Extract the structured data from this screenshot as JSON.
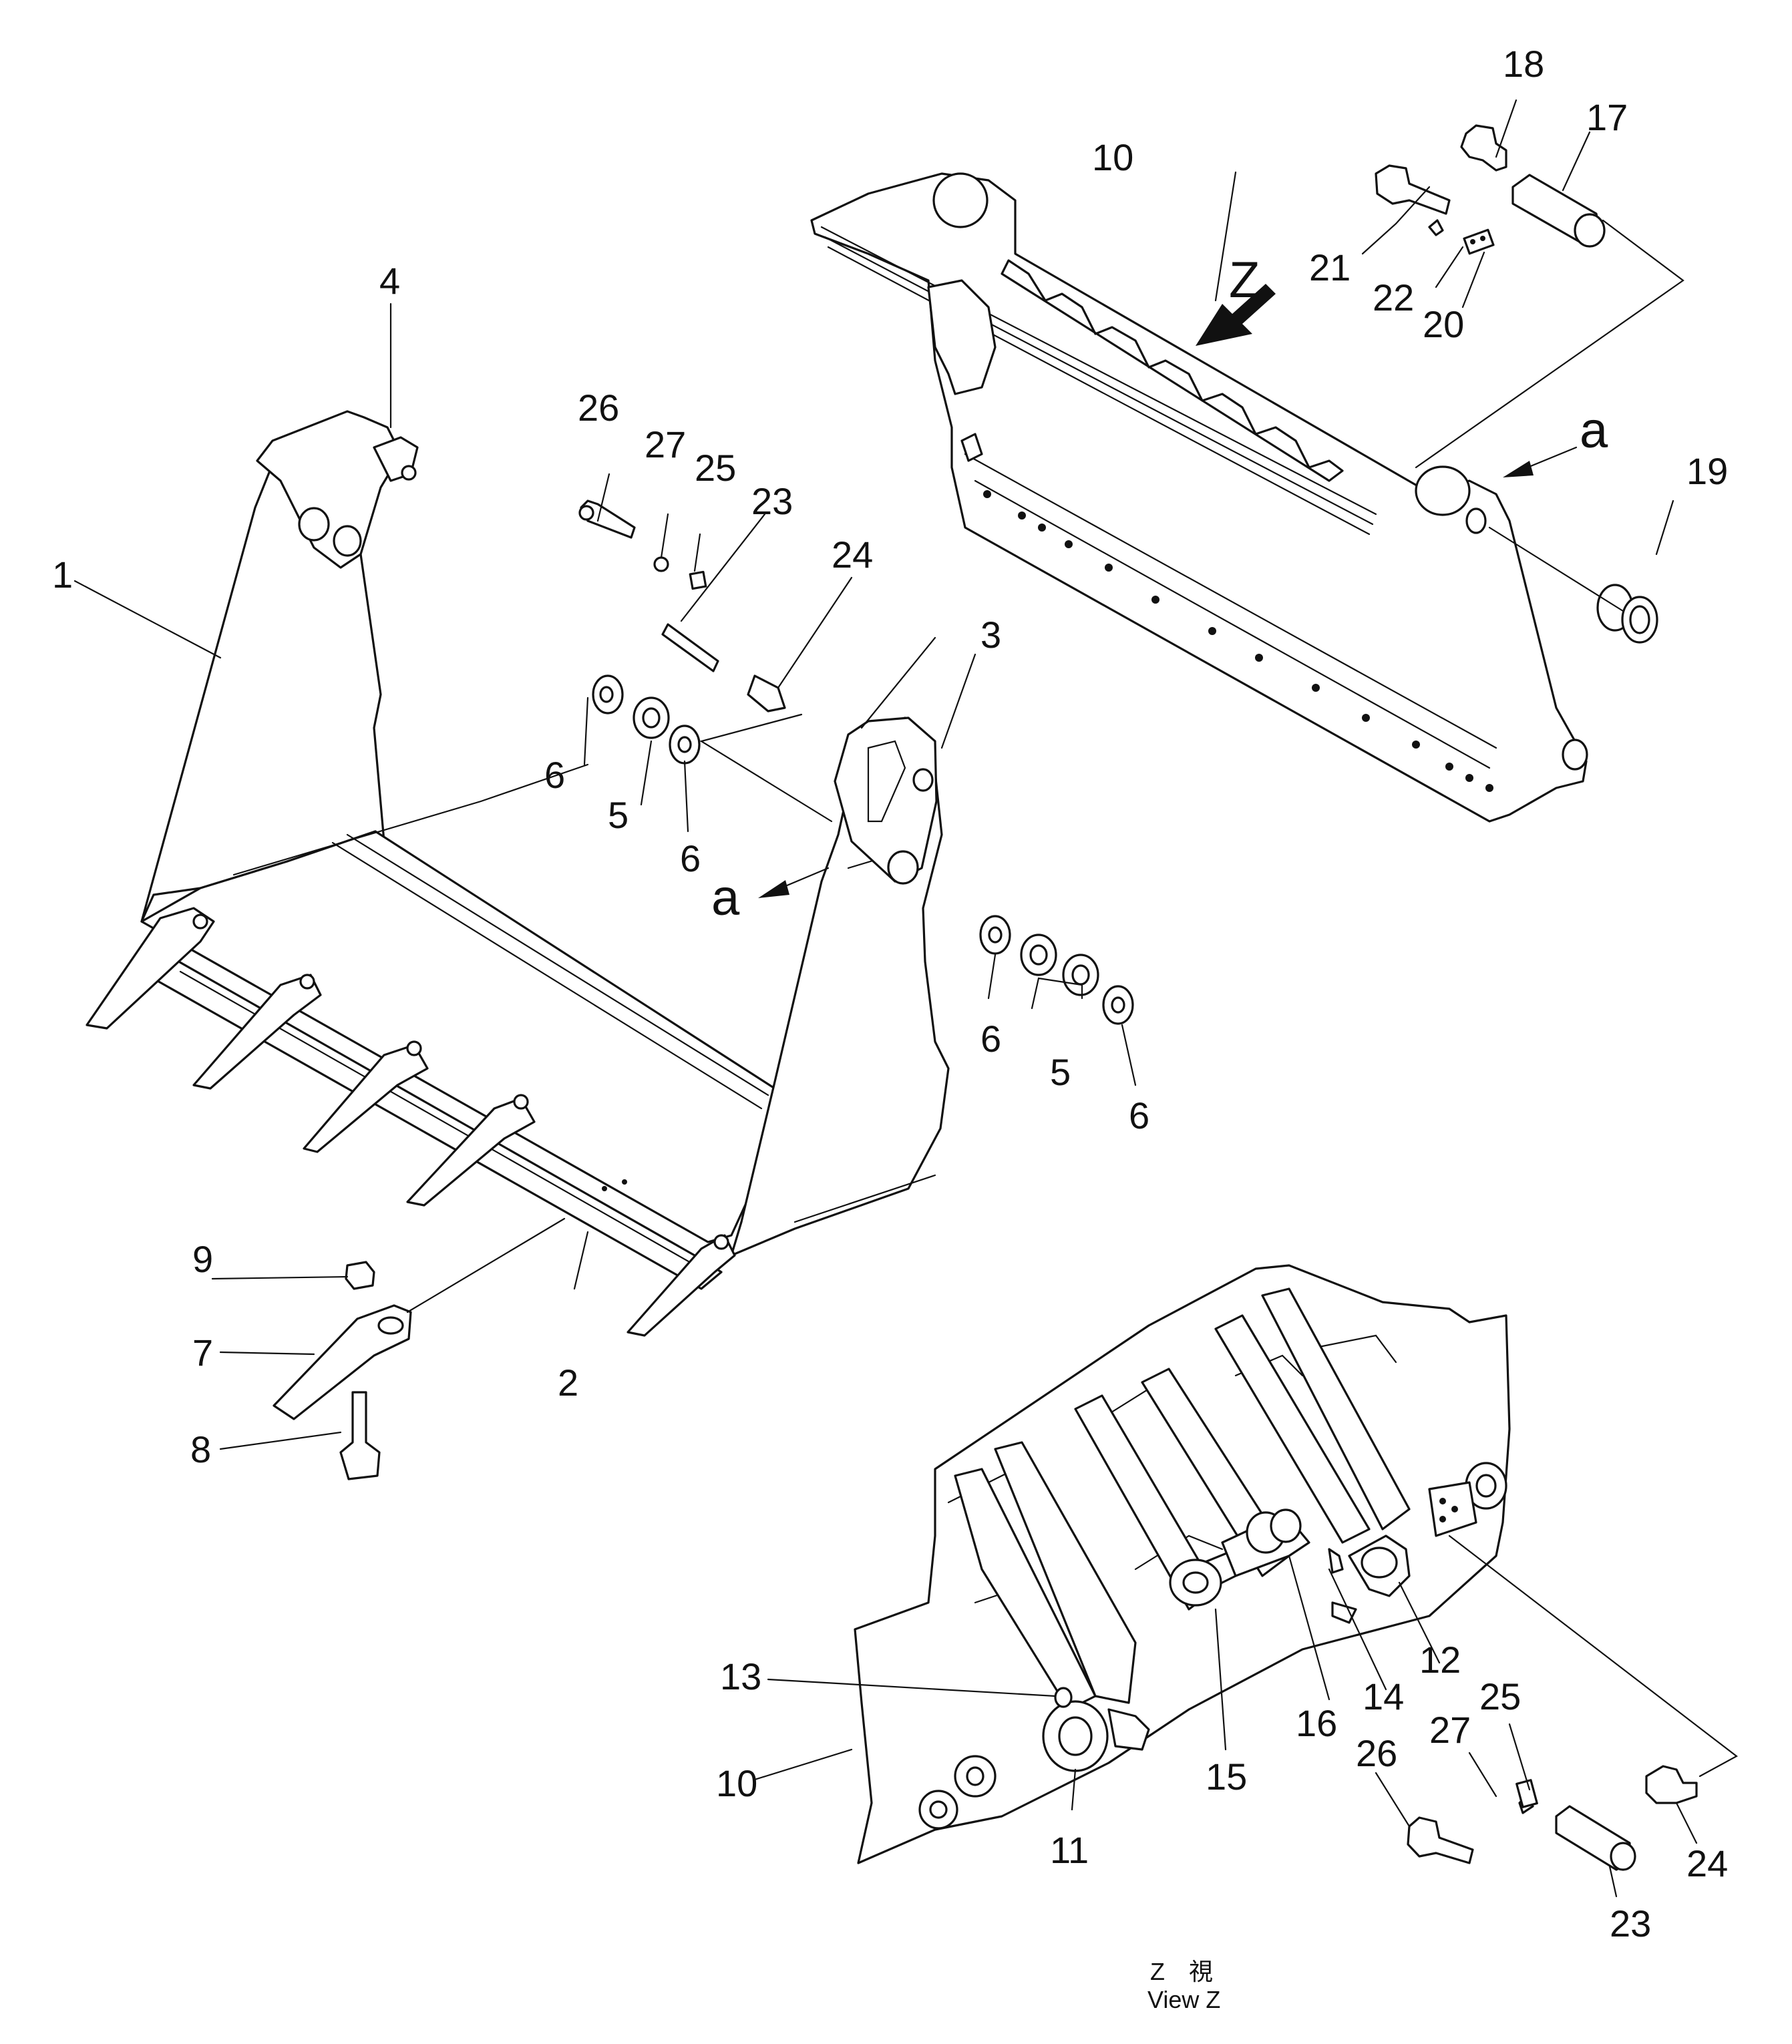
{
  "labels": {
    "b1": "1",
    "b2": "2",
    "b3": "3",
    "b4": "4",
    "b5a": "5",
    "b5b": "5",
    "b6a": "6",
    "b6b": "6",
    "b6c": "6",
    "b6d": "6",
    "b7": "7",
    "b8": "8",
    "b9": "9",
    "b10a": "10",
    "b10b": "10",
    "b11": "11",
    "b12": "12",
    "b13": "13",
    "b14": "14",
    "b15": "15",
    "b16": "16",
    "b17": "17",
    "b18": "18",
    "b19": "19",
    "b20": "20",
    "b21": "21",
    "b22": "22",
    "b23a": "23",
    "b23b": "23",
    "b24a": "24",
    "b24b": "24",
    "b25a": "25",
    "b25b": "25",
    "b26a": "26",
    "b26b": "26",
    "b27a": "27",
    "b27b": "27"
  },
  "callouts": {
    "z": "Z",
    "a_right": "a",
    "a_left": "a"
  },
  "caption": {
    "line1": "Z　視",
    "line2": "View  Z"
  },
  "icons": [
    "view-direction-arrow"
  ]
}
